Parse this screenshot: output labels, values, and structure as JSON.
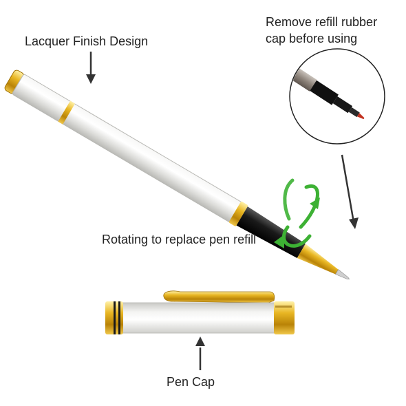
{
  "labels": {
    "lacquer": "Lacquer Finish Design",
    "refill_line1": "Remove refill rubber",
    "refill_line2": "cap before using",
    "rotate": "Rotating to replace pen refill",
    "cap": "Pen Cap"
  },
  "colors": {
    "lacquer_white": "#e9e9e7",
    "gold": "#d9a514",
    "black_grip": "#1c1c1c",
    "rotation_arrow": "#3db134",
    "arrow": "#333333"
  },
  "icons": {
    "rotation": "circular-rotation-arrow-icon",
    "pointer": "down-arrow-icon",
    "inset": "magnified-refill-inset"
  }
}
